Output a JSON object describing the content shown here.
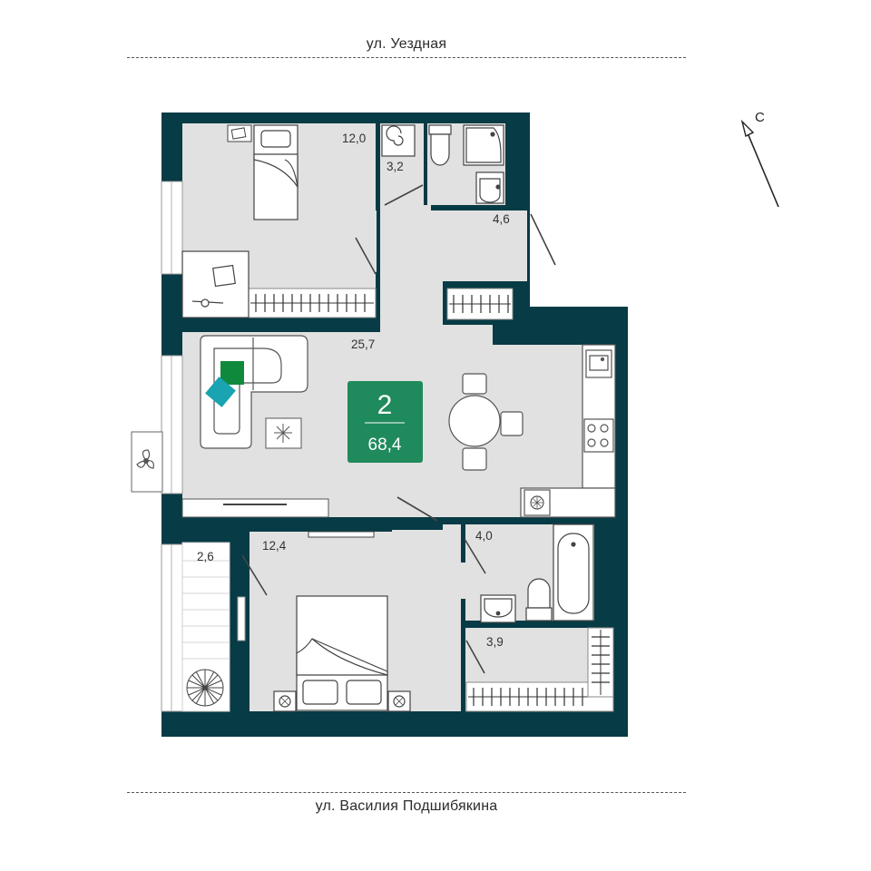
{
  "streets": {
    "top": "ул. Уездная",
    "bottom": "ул. Василия Подшибякина"
  },
  "compass": {
    "letter": "С"
  },
  "summary": {
    "rooms": "2",
    "total_area": "68,4"
  },
  "rooms": {
    "bedroom_top": "12,0",
    "wc": "3,2",
    "bathroom_top": "4,6",
    "living_kitchen": "25,7",
    "bedroom_bottom": "12,4",
    "balcony": "2,6",
    "bathroom_bottom": "4,0",
    "wardrobe": "3,9"
  },
  "colors": {
    "wall": "#073b45",
    "floor": "#e0e0e0",
    "badge": "#1f8a5b",
    "accent_green": "#0f8a3c",
    "accent_teal": "#1aa3b0"
  }
}
